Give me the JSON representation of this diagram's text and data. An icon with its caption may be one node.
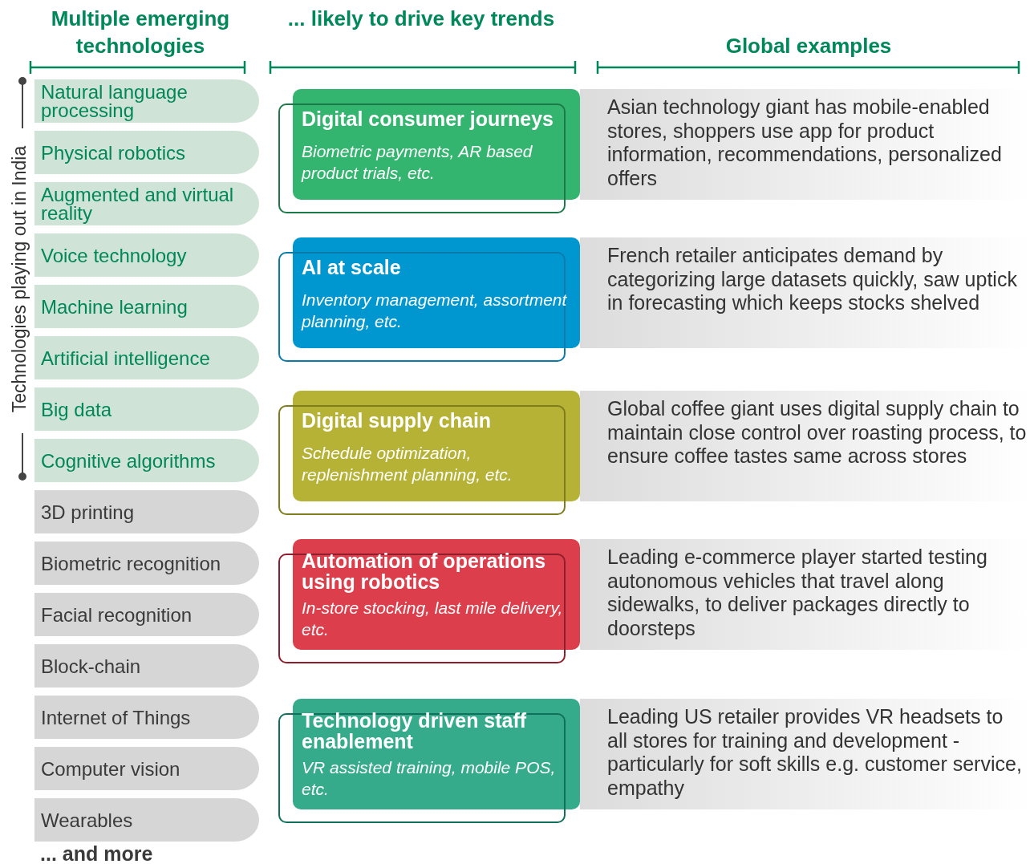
{
  "diagram": {
    "nodes": [
      {
        "text": [
          "Natural language processing"
        ]
      },
      {
        "text": [
          "Physical robotics"
        ]
      },
      {
        "text": [
          "Augmented and virtual reality"
        ]
      },
      {
        "text": [
          "Voice technology"
        ]
      },
      {
        "text": [
          "Machine learning"
        ]
      },
      {
        "text": [
          "Artificial intelligence"
        ]
      },
      {
        "text": [
          "Big data"
        ]
      },
      {
        "text": [
          "Cognitive algorithms"
        ]
      },
      {
        "text": [
          "3D printing"
        ]
      },
      {
        "text": [
          "Biometric recognition"
        ]
      },
      {
        "text": [
          "Facial recognition"
        ]
      },
      {
        "text": [
          "Block-chain"
        ]
      },
      {
        "text": [
          "Internet of Things"
        ]
      },
      {
        "text": [
          "Computer vision"
        ]
      },
      {
        "text": [
          "Wearables"
        ]
      },
      {
        "text": [
          "Digital consumer journeys",
          "Biometric payments, AR based product trials, etc."
        ]
      },
      {
        "text": [
          "Asian technology giant has mobile-enabled stores, shoppers use app for product information, recommendations, personalized offers"
        ]
      },
      {
        "text": [
          "AI at scale",
          "Inventory management, assortment planning, etc."
        ]
      },
      {
        "text": [
          "French retailer anticipates demand by categorizing large datasets quickly, saw uptick in forecasting which keeps stocks shelved"
        ]
      },
      {
        "text": [
          "Digital supply chain",
          "Schedule optimization, replenishment planning, etc."
        ]
      },
      {
        "text": [
          "Global coffee giant uses digital supply chain to maintain close control over roasting process, to ensure coffee tastes same across stores"
        ]
      },
      {
        "text": [
          "Automation of operations using robotics",
          "In-store stocking, last mile delivery, etc."
        ]
      },
      {
        "text": [
          "Leading e-commerce player started testing autonomous vehicles that travel along sidewalks, to deliver packages directly to doorsteps"
        ]
      },
      {
        "text": [
          "Technology driven staff enablement",
          "VR assisted training, mobile POS, etc."
        ]
      },
      {
        "text": [
          "Leading US retailer provides VR headsets to all stores for training and development - particularly for soft skills e.g. customer service, empathy"
        ]
      }
    ],
    "edges": [],
    "labels": [
      "Multiple emerging technologies",
      "... likely to drive key trends",
      "Global examples",
      "Technologies playing out in India",
      "... and more"
    ]
  }
}
